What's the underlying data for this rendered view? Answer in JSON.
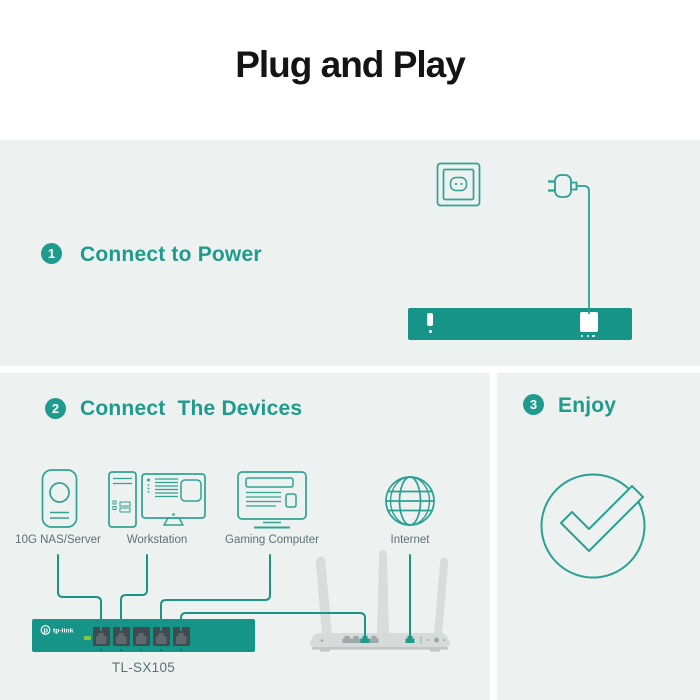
{
  "title": "Plug and Play",
  "steps": {
    "power": {
      "number": "1",
      "label": "Connect to Power"
    },
    "devices": {
      "number": "2",
      "label": "Connect  The Devices"
    },
    "enjoy": {
      "number": "3",
      "label": "Enjoy"
    }
  },
  "devices": {
    "nas": {
      "label": "10G NAS/Server",
      "icon": "nas-tower-icon"
    },
    "workstation": {
      "label": "Workstation",
      "icon": "desktop-tower-monitor-icon"
    },
    "gaming": {
      "label": "Gaming Computer",
      "icon": "gaming-monitor-icon"
    },
    "internet": {
      "label": "Internet",
      "icon": "globe-icon"
    }
  },
  "switch": {
    "brand": "tp-link",
    "model": "TL-SX105",
    "ports": 5
  },
  "icons": {
    "step1": [
      "wall-outlet-icon",
      "power-plug-icon"
    ],
    "step3": [
      "check-circle-icon"
    ]
  },
  "colors": {
    "accent": "#1F9B8D",
    "device_fill": "#169488",
    "panel_bg": "#EDF1F0",
    "led": "#8BC53F",
    "label_gray": "#5D726E"
  }
}
